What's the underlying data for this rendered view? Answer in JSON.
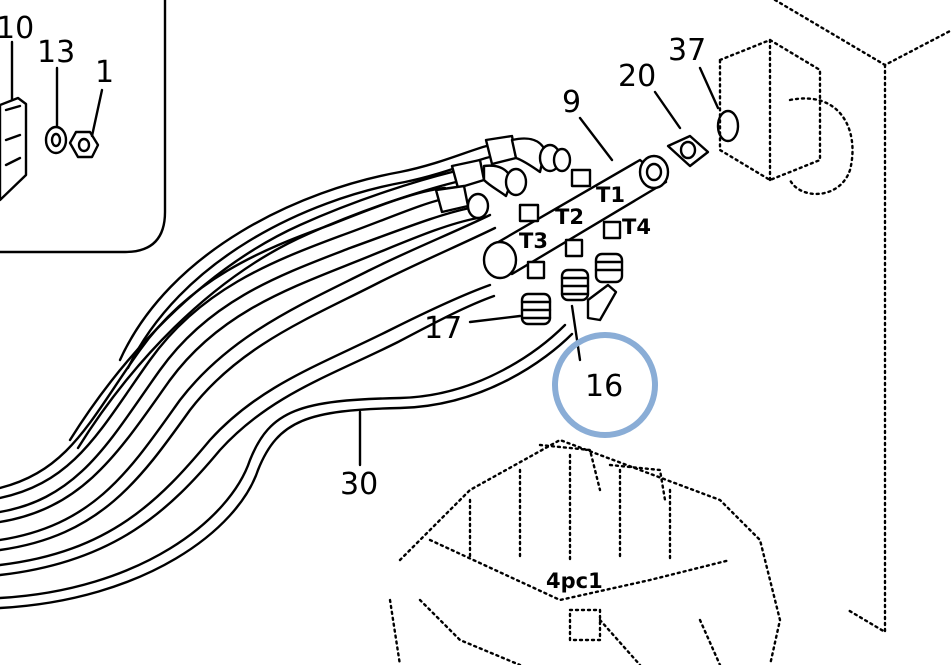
{
  "labels": {
    "l10": "10",
    "l13": "13",
    "l1": "1",
    "l9": "9",
    "l20": "20",
    "l37": "37",
    "l17": "17",
    "l16": "16",
    "l30": "30",
    "t1": "T1",
    "t2": "T2",
    "t3": "T3",
    "t4": "T4",
    "valve": "4pc1"
  },
  "highlight": {
    "target": "16",
    "color": "#8aadd6"
  }
}
